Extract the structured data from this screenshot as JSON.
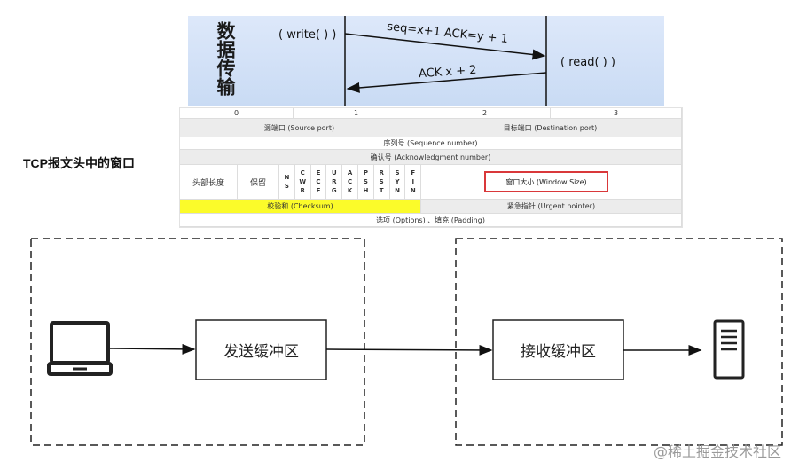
{
  "sequence": {
    "title": "数据传输",
    "write_call": "( write( ) )",
    "read_call": "( read( ) )",
    "send_msg": "seq=x+1 ACK=y + 1",
    "ack_msg": "ACK x + 2"
  },
  "tcp_header": {
    "label": "TCP报文头中的窗口",
    "bits": [
      "0",
      "1",
      "2",
      "3"
    ],
    "source_port": "源端口 (Source port)",
    "dest_port": "目标端口 (Destination port)",
    "sequence_number": "序列号 (Sequence number)",
    "ack_number": "确认号 (Acknowledgment number)",
    "header_length": "头部长度",
    "reserved": "保留",
    "flags": [
      {
        "letters": [
          "N",
          "S"
        ]
      },
      {
        "letters": [
          "C",
          "W",
          "R"
        ]
      },
      {
        "letters": [
          "E",
          "C",
          "E"
        ]
      },
      {
        "letters": [
          "U",
          "R",
          "G"
        ]
      },
      {
        "letters": [
          "A",
          "C",
          "K"
        ]
      },
      {
        "letters": [
          "P",
          "S",
          "H"
        ]
      },
      {
        "letters": [
          "R",
          "S",
          "T"
        ]
      },
      {
        "letters": [
          "S",
          "Y",
          "N"
        ]
      },
      {
        "letters": [
          "F",
          "I",
          "N"
        ]
      }
    ],
    "window_size": "窗口大小 (Window Size)",
    "checksum": "校验和 (Checksum)",
    "urgent_pointer": "紧急指针 (Urgent pointer)",
    "options": "选项 (Options) 、填充 (Padding)",
    "colors": {
      "highlight": "#fbfb2a",
      "window_border": "#d9383a"
    }
  },
  "buffers": {
    "send_buffer": "发送缓冲区",
    "receive_buffer": "接收缓冲区",
    "client_icon": "laptop-icon",
    "server_icon": "server-icon"
  },
  "watermark": "@稀土掘金技术社区"
}
